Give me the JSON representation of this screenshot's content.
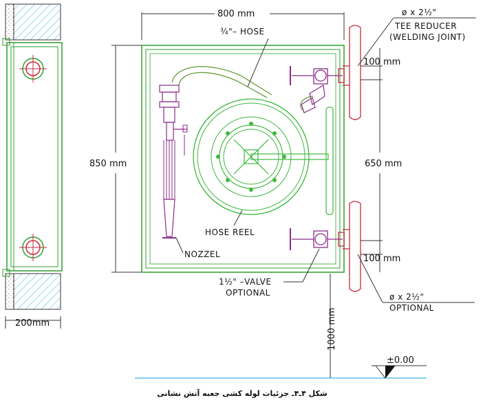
{
  "dimensions": {
    "width_top": "800 mm",
    "height_left": "850 mm",
    "upper_offset": "100 mm",
    "between_tees": "650 mm",
    "lower_offset": "100 mm",
    "elevation": "1000 mm",
    "wall_depth": "200mm"
  },
  "labels": {
    "hose": "¾\"– HOSE",
    "tee_size": "ø  x  2½\"",
    "tee_name": "TEE REDUCER",
    "tee_note": "(WELDING JOINT)",
    "hose_reel": "HOSE REEL",
    "nozzle": "NOZZEL",
    "valve_line1": "1½\"  –VALVE",
    "valve_line2": "OPTIONAL",
    "lower_size": "ø  x  2½\"",
    "lower_note": "OPTIONAL",
    "level": "±0.00"
  },
  "caption": "شکل ۴ـ۴ـ جزئیات لوله کشی جعبه آتش نشانی",
  "colors": {
    "cabinet": "#2e9e2e",
    "reel": "#3cb83c",
    "pipe": "#c8283c",
    "valve": "#8a2b8a",
    "hose": "#6a9e3a",
    "floor": "#39b5e0",
    "hatch": "#39b5e0"
  }
}
